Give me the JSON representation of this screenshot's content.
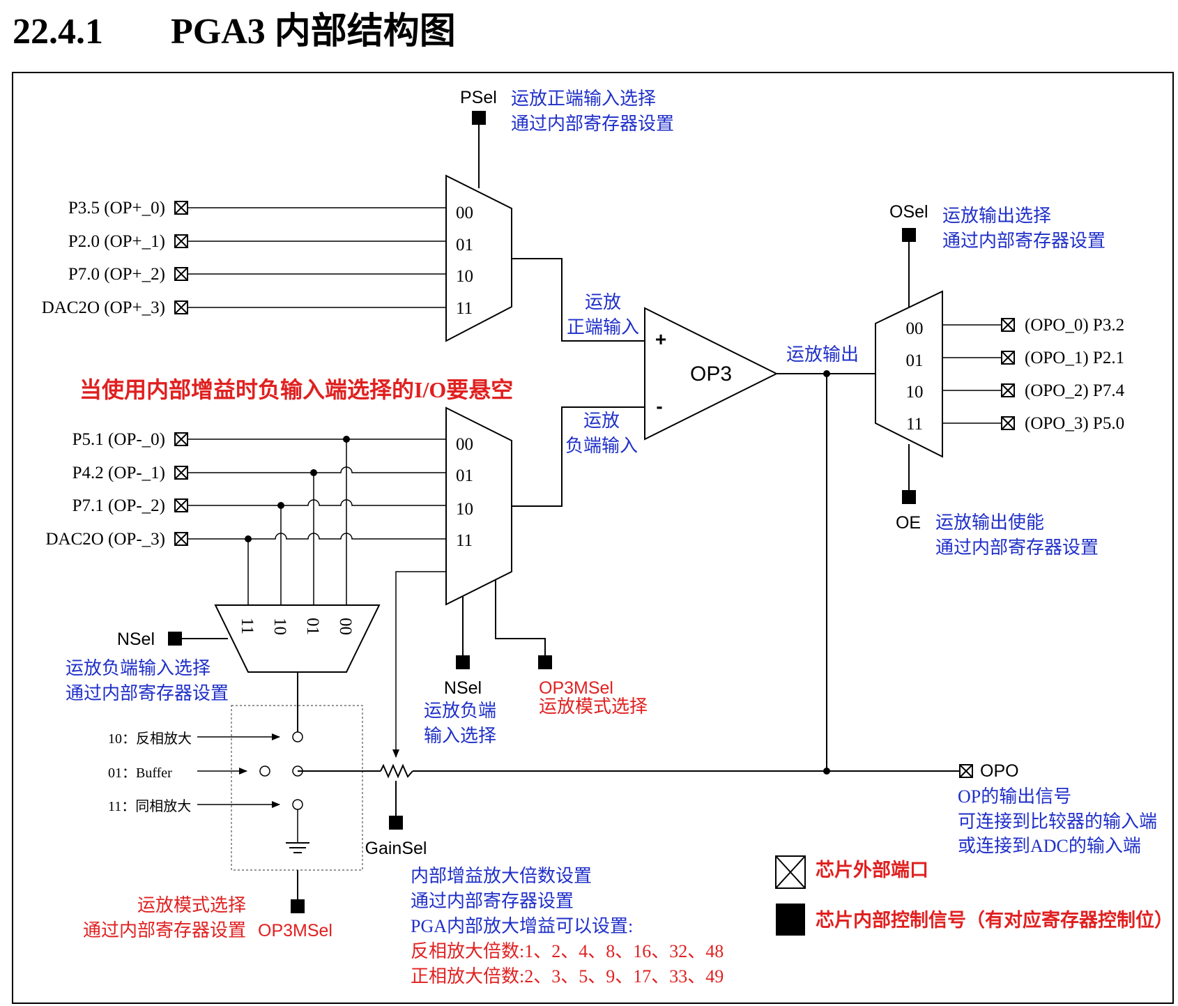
{
  "heading": {
    "number": "22.4.1",
    "title": "PGA3 内部结构图"
  },
  "psel": {
    "label": "PSel",
    "desc1": "运放正端输入选择",
    "desc2": "通过内部寄存器设置"
  },
  "pos_inputs": [
    "P3.5 (OP+_0)",
    "P2.0 (OP+_1)",
    "P7.0 (OP+_2)",
    "DAC2O (OP+_3)"
  ],
  "pos_mux_codes": [
    "00",
    "01",
    "10",
    "11"
  ],
  "pos_input_label": [
    "运放",
    "正端输入"
  ],
  "neg_input_label": [
    "运放",
    "负端输入"
  ],
  "warning": "当使用内部增益时负输入端选择的I/O要悬空",
  "neg_inputs": [
    "P5.1 (OP-_0)",
    "P4.2 (OP-_1)",
    "P7.1 (OP-_2)",
    "DAC2O (OP-_3)"
  ],
  "neg_mux_codes": [
    "00",
    "01",
    "10",
    "11"
  ],
  "opamp": {
    "label": "OP3",
    "plus": "+",
    "minus": "-"
  },
  "op_output_label": "运放输出",
  "osel": {
    "label": "OSel",
    "desc1": "运放输出选择",
    "desc2": "通过内部寄存器设置"
  },
  "out_mux_codes": [
    "00",
    "01",
    "10",
    "11"
  ],
  "outputs": [
    "(OPO_0) P3.2",
    "(OPO_1) P2.1",
    "(OPO_2) P7.4",
    "(OPO_3) P5.0"
  ],
  "oe": {
    "label": "OE",
    "desc1": "运放输出使能",
    "desc2": "通过内部寄存器设置"
  },
  "bottom_mux_codes": [
    "11",
    "10",
    "01",
    "00"
  ],
  "nsel_left": {
    "label": "NSel",
    "desc1": "运放负端输入选择",
    "desc2": "通过内部寄存器设置"
  },
  "nsel_mid": {
    "label": "NSel",
    "desc1": "运放负端",
    "desc2": "输入选择"
  },
  "op3msel_top": {
    "label": "OP3MSel",
    "desc": "运放模式选择"
  },
  "mode_options": [
    "10：反相放大",
    "01：Buffer",
    "11：同相放大"
  ],
  "gainsel": {
    "label": "GainSel"
  },
  "gain_desc": {
    "line1": "内部增益放大倍数设置",
    "line2": "通过内部寄存器设置",
    "line3": "PGA内部放大增益可以设置:",
    "line4": "反相放大倍数:1、2、4、8、16、32、48",
    "line5": "正相放大倍数:2、3、5、9、17、33、49"
  },
  "op3msel_bottom": {
    "label": "OP3MSel",
    "desc1": "运放模式选择",
    "desc2": "通过内部寄存器设置"
  },
  "opo": {
    "label": "OPO",
    "desc1": "OP的输出信号",
    "desc2": "可连接到比较器的输入端",
    "desc3": "或连接到ADC的输入端"
  },
  "legend": {
    "external": "芯片外部端口",
    "internal": "芯片内部控制信号（有对应寄存器控制位）"
  }
}
